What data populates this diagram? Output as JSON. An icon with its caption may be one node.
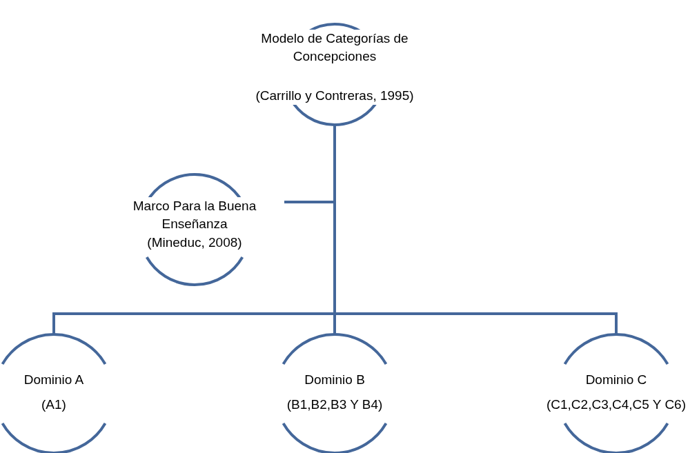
{
  "diagram": {
    "nodes": [
      {
        "text": [
          "Modelo de Categorías de Concepciones",
          "(Carrillo y Contreras, 1995)"
        ]
      },
      {
        "text": [
          "Marco Para la Buena Enseñanza",
          "(Mineduc, 2008)"
        ]
      },
      {
        "text": [
          "Dominio A",
          "(A1)"
        ]
      },
      {
        "text": [
          "Dominio B",
          "(B1,B2,B3 Y B4)"
        ]
      },
      {
        "text": [
          "Dominio C",
          "(C1,C2,C3,C4,C5 Y C6)"
        ]
      }
    ],
    "edges": [
      {
        "from": 0,
        "to": 1,
        "arrow": "none"
      },
      {
        "from": 0,
        "to": 2,
        "arrow": "none"
      },
      {
        "from": 0,
        "to": 3,
        "arrow": "none"
      },
      {
        "from": 0,
        "to": 4,
        "arrow": "none"
      }
    ]
  }
}
